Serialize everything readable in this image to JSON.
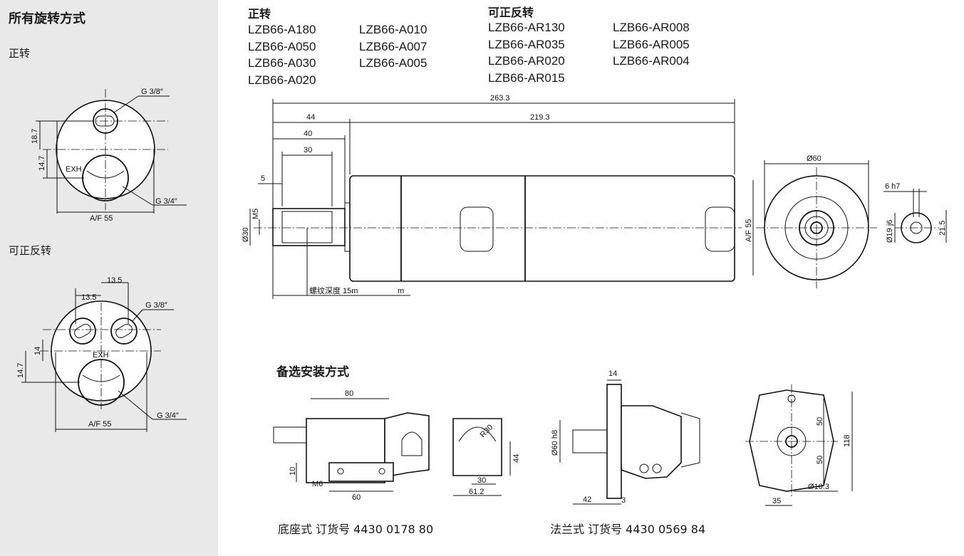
{
  "sidebar": {
    "title": "所有旋转方式",
    "forward_heading": "正转",
    "reversible_heading": "可正反转",
    "forward_view": {
      "port_inlet": "G 3/8″",
      "port_exhaust": "G 3/4″",
      "exh": "EXH",
      "af": "A/F 55",
      "dim1": "18.7",
      "dim2": "14.7"
    },
    "reversible_view": {
      "port_inlet": "G 3/8″",
      "port_exhaust": "G 3/4″",
      "exh": "EXH",
      "af": "A/F 55",
      "dim_top1": "13.5",
      "dim_top2": "13.5",
      "dim1": "14",
      "dim2": "14.7"
    }
  },
  "models": {
    "forward_heading": "正转",
    "forward_col1": [
      "LZB66-A180",
      "LZB66-A050",
      "LZB66-A030",
      "LZB66-A020"
    ],
    "forward_col2": [
      "LZB66-A010",
      "LZB66-A007",
      "LZB66-A005"
    ],
    "reversible_heading": "可正反转",
    "reversible_col1": [
      "LZB66-AR130",
      "LZB66-AR035",
      "LZB66-AR020",
      "LZB66-AR015"
    ],
    "reversible_col2": [
      "LZB66-AR008",
      "LZB66-AR005",
      "LZB66-AR004"
    ]
  },
  "main_drawing": {
    "overall": "263.3",
    "body_len": "219.3",
    "d44": "44",
    "d40": "40",
    "d30": "30",
    "d5": "5",
    "shaft_dia": "Ø30",
    "thread": "M5",
    "thread_depth": "螺纹深度 15m",
    "thread_unit": "m",
    "front_dia": "Ø60",
    "front_af": "A/F 55",
    "end_key": "6 h7",
    "end_dia": "Ø19 j6",
    "end_h": "21.5"
  },
  "options": {
    "heading": "备选安装方式",
    "foot": {
      "caption": "底座式 订货号 4430 0178 80",
      "d80": "80",
      "d60": "60",
      "d10": "10",
      "m6": "M6",
      "r30": "R30",
      "d30": "30",
      "d44": "44",
      "d612": "61.2"
    },
    "flange": {
      "caption": "法兰式 订货号 4430 0569 84",
      "d14": "14",
      "d60h8": "Ø60 h8",
      "d42": "42",
      "d3": "3",
      "d50a": "50",
      "d50b": "50",
      "d118": "118",
      "d103": "Ø10.3",
      "d35": "35"
    }
  }
}
